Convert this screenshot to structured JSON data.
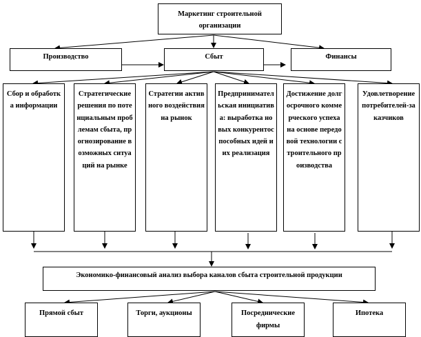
{
  "diagram": {
    "root": {
      "label": "Маркетинг строительной организации"
    },
    "functions": [
      {
        "id": "production",
        "label": "Производство"
      },
      {
        "id": "sales",
        "label": "Сбыт"
      },
      {
        "id": "finance",
        "label": "Финансы"
      }
    ],
    "activities": [
      {
        "label": "Сбор и обработка информации"
      },
      {
        "label": "Стратегические решения по потенциальным проблемам сбыта, прогнозирование возможных ситуаций на рынке"
      },
      {
        "label": "Стратегии активного воздействия на рынок"
      },
      {
        "label": "Предпринимательская инициатива: выработка новых конкурентоспособных идей и их реализация"
      },
      {
        "label": "Достижение долгосрочного коммерческого успеха на основе передовой технологии строительного производства"
      },
      {
        "label": "Удовлетворение потребителей-заказчиков"
      }
    ],
    "analysis": {
      "label": "Экономико-финансовый анализ выбора каналов сбыта строительной продукции"
    },
    "channels": [
      {
        "label": "Прямой сбыт"
      },
      {
        "label": "Торги, аукционы"
      },
      {
        "label": "Посреднические фирмы"
      },
      {
        "label": "Ипотека"
      }
    ],
    "edges": [
      [
        "root",
        "production"
      ],
      [
        "root",
        "sales"
      ],
      [
        "root",
        "finance"
      ],
      [
        "production",
        "sales"
      ],
      [
        "sales",
        "finance"
      ],
      [
        "sales",
        "activity-1"
      ],
      [
        "sales",
        "activity-2"
      ],
      [
        "sales",
        "activity-3"
      ],
      [
        "sales",
        "activity-4"
      ],
      [
        "sales",
        "activity-5"
      ],
      [
        "sales",
        "activity-6"
      ],
      [
        "activities",
        "analysis"
      ],
      [
        "analysis",
        "channel-1"
      ],
      [
        "analysis",
        "channel-2"
      ],
      [
        "analysis",
        "channel-3"
      ],
      [
        "analysis",
        "channel-4"
      ]
    ]
  }
}
